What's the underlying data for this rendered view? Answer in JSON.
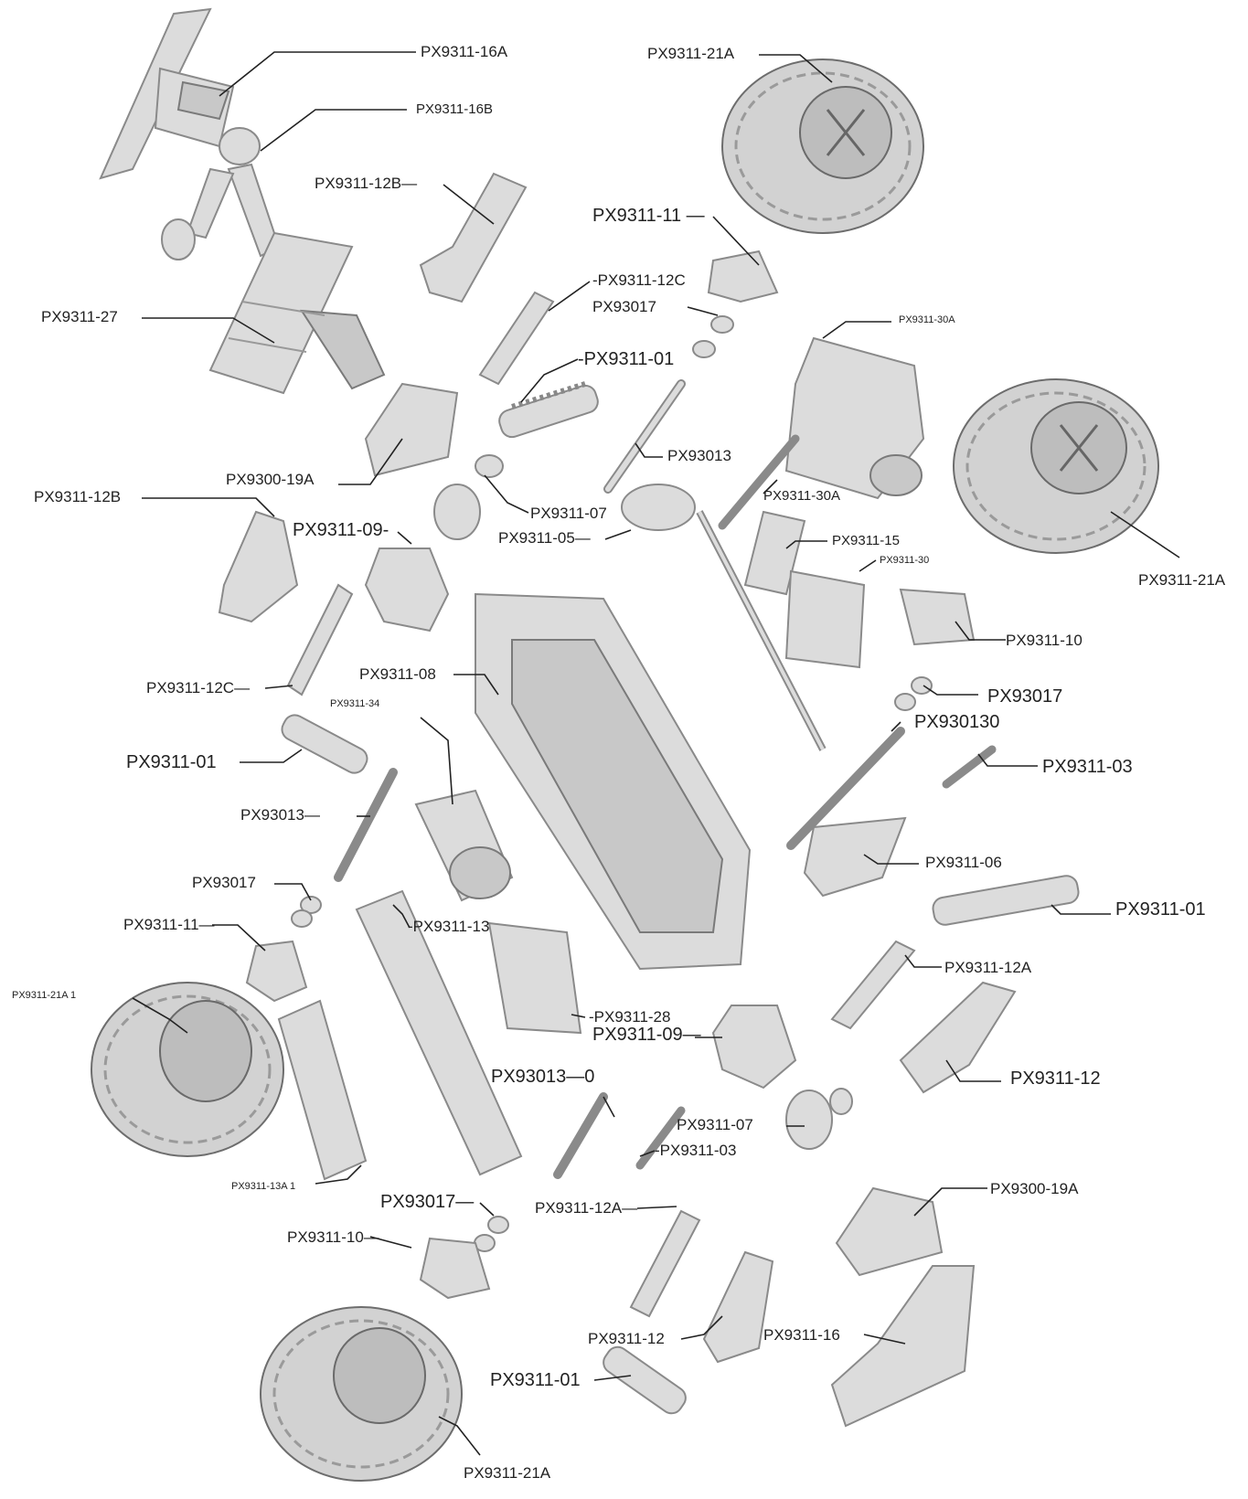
{
  "labels": {
    "l01": "PX9311-16A",
    "l02": "PX9311-21A",
    "l03": "PX9311-16B",
    "l04": "PX9311-12B—",
    "l05": "PX9311-11 —",
    "l06": "-PX9311-12C",
    "l07": "PX93017",
    "l08": "PX9311-30A",
    "l09": "PX9311-27",
    "l10": "-PX9311-01",
    "l11": "PX93013",
    "l12": "PX9300-19A",
    "l13": "PX9311-12B",
    "l14": "PX9311-07",
    "l15": "PX9311-30A",
    "l16": "PX9311-09-",
    "l17": "PX9311-05—",
    "l18": "PX9311-15",
    "l19": "PX9311-30",
    "l20": "PX9311-21A",
    "l21": "PX9311-10",
    "l22": "PX9311-08",
    "l23": "PX9311-12C—",
    "l24": "PX93017",
    "l25": "PX9311-34",
    "l26": "PX930130",
    "l27": "PX9311-01",
    "l28": "PX9311-03",
    "l29": "PX93013—",
    "l30": "PX9311-06",
    "l31": "PX93017",
    "l32": "PX9311-01",
    "l33": "-PX9311-13",
    "l34": "PX9311-11—",
    "l35": "PX9311-12A",
    "l36": "PX9311-21A 1",
    "l37": "-PX9311-28",
    "l38": "PX9311-09—",
    "l39": "PX9311-12",
    "l40": "PX93013—0",
    "l41": "PX9311-07",
    "l42": "-PX9311-03",
    "l43": "PX9311-13A 1",
    "l44": "PX9300-19A",
    "l45": "PX93017—",
    "l46": "PX9311-12A—",
    "l47": "PX9311-10—",
    "l48": "PX9311-12",
    "l49": "PX9311-16",
    "l50": "PX9311-01",
    "l51": "PX9311-21A"
  }
}
